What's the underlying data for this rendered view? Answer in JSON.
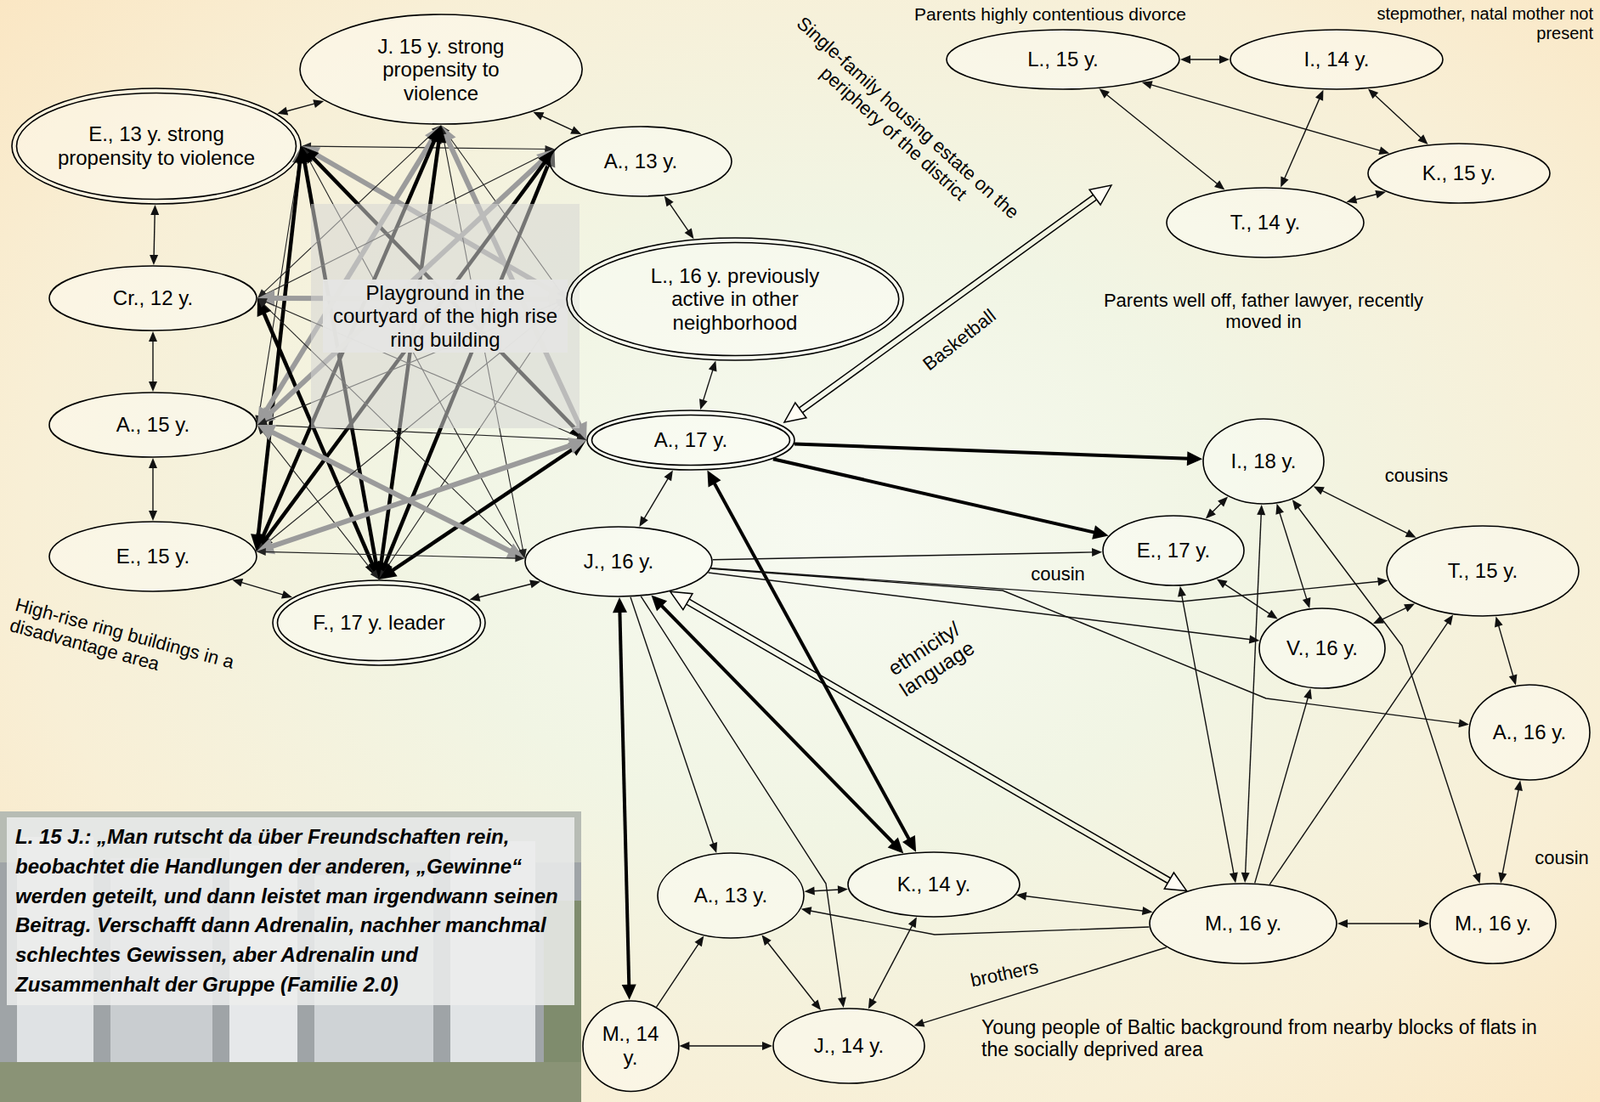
{
  "diagram": {
    "nodes": [
      {
        "text": [
          "J. 15 y. strong propensity to violence"
        ]
      },
      {
        "text": [
          "E., 13 y. strong propensity to violence"
        ]
      },
      {
        "text": [
          "A., 13 y."
        ]
      },
      {
        "text": [
          "Playground in the courtyard of the high rise ring building"
        ]
      },
      {
        "text": [
          "Cr., 12 y."
        ]
      },
      {
        "text": [
          "L., 16 y. previously active in other neighborhood"
        ]
      },
      {
        "text": [
          "A., 15 y."
        ]
      },
      {
        "text": [
          "A., 17 y."
        ]
      },
      {
        "text": [
          "E., 15 y."
        ]
      },
      {
        "text": [
          "J., 16 y."
        ]
      },
      {
        "text": [
          "F., 17 y. leader"
        ]
      },
      {
        "text": [
          "L., 15 y."
        ]
      },
      {
        "text": [
          "I., 14 y."
        ]
      },
      {
        "text": [
          "K., 15 y."
        ]
      },
      {
        "text": [
          "T., 14 y."
        ]
      },
      {
        "text": [
          "I., 18 y."
        ]
      },
      {
        "text": [
          "E., 17 y."
        ]
      },
      {
        "text": [
          "T., 15 y."
        ]
      },
      {
        "text": [
          "V., 16 y."
        ]
      },
      {
        "text": [
          "A., 16 y."
        ]
      },
      {
        "text": [
          "A., 13 y."
        ]
      },
      {
        "text": [
          "K., 14 y."
        ]
      },
      {
        "text": [
          "M., 16 y."
        ]
      },
      {
        "text": [
          "M., 16 y."
        ]
      },
      {
        "text": [
          "M., 14 y."
        ]
      },
      {
        "text": [
          "J., 14 y."
        ]
      }
    ],
    "edges": [
      {
        "from": 1,
        "to": 0,
        "arrow": "both"
      },
      {
        "from": 0,
        "to": 2,
        "arrow": "both"
      },
      {
        "from": 2,
        "to": 5,
        "arrow": "both"
      },
      {
        "from": 5,
        "to": 7,
        "arrow": "both"
      },
      {
        "from": 7,
        "to": 9,
        "arrow": "both"
      },
      {
        "from": 9,
        "to": 10,
        "arrow": "both"
      },
      {
        "from": 10,
        "to": 8,
        "arrow": "both"
      },
      {
        "from": 8,
        "to": 6,
        "arrow": "both"
      },
      {
        "from": 6,
        "to": 4,
        "arrow": "both"
      },
      {
        "from": 4,
        "to": 1,
        "arrow": "both"
      },
      {
        "from": 1,
        "to": 2,
        "arrow": "both"
      },
      {
        "from": 1,
        "to": 5,
        "arrow": "both"
      },
      {
        "from": 1,
        "to": 6,
        "arrow": "both"
      },
      {
        "from": 1,
        "to": 7,
        "arrow": "both"
      },
      {
        "from": 1,
        "to": 8,
        "arrow": "both"
      },
      {
        "from": 1,
        "to": 9,
        "arrow": "both"
      },
      {
        "from": 1,
        "to": 10,
        "arrow": "both"
      },
      {
        "from": 0,
        "to": 4,
        "arrow": "both"
      },
      {
        "from": 0,
        "to": 5,
        "arrow": "both"
      },
      {
        "from": 0,
        "to": 6,
        "arrow": "both"
      },
      {
        "from": 0,
        "to": 7,
        "arrow": "both"
      },
      {
        "from": 0,
        "to": 8,
        "arrow": "both"
      },
      {
        "from": 0,
        "to": 9,
        "arrow": "both"
      },
      {
        "from": 0,
        "to": 10,
        "arrow": "both"
      },
      {
        "from": 10,
        "to": 4,
        "arrow": "both"
      },
      {
        "from": 10,
        "to": 6,
        "arrow": "both"
      },
      {
        "from": 10,
        "to": 2,
        "arrow": "both"
      },
      {
        "from": 10,
        "to": 5,
        "arrow": "both"
      },
      {
        "from": 10,
        "to": 7,
        "arrow": "both"
      },
      {
        "from": 2,
        "to": 4,
        "arrow": "both"
      },
      {
        "from": 2,
        "to": 6,
        "arrow": "both"
      },
      {
        "from": 2,
        "to": 8,
        "arrow": "both"
      },
      {
        "from": 4,
        "to": 5,
        "arrow": "both"
      },
      {
        "from": 4,
        "to": 7,
        "arrow": "both"
      },
      {
        "from": 4,
        "to": 9,
        "arrow": "both"
      },
      {
        "from": 6,
        "to": 5,
        "arrow": "both"
      },
      {
        "from": 6,
        "to": 7,
        "arrow": "both"
      },
      {
        "from": 6,
        "to": 9,
        "arrow": "both"
      },
      {
        "from": 8,
        "to": 5,
        "arrow": "both"
      },
      {
        "from": 8,
        "to": 7,
        "arrow": "both"
      },
      {
        "from": 8,
        "to": 9,
        "arrow": "both"
      },
      {
        "from": 7,
        "to": 15,
        "arrow": "to"
      },
      {
        "from": 7,
        "to": 16,
        "arrow": "to"
      },
      {
        "from": 7,
        "to": 21,
        "arrow": "both"
      },
      {
        "from": 9,
        "to": 24,
        "arrow": "both"
      },
      {
        "from": 9,
        "to": 21,
        "arrow": "both"
      },
      {
        "from": 9,
        "to": 22,
        "arrow": "both",
        "label": "ethnicity/ language"
      },
      {
        "from": 9,
        "to": 20,
        "arrow": "to"
      },
      {
        "from": 9,
        "to": 25,
        "arrow": "to"
      },
      {
        "from": 9,
        "to": 16,
        "arrow": "to"
      },
      {
        "from": 9,
        "to": 17,
        "arrow": "to"
      },
      {
        "from": 9,
        "to": 18,
        "arrow": "to"
      },
      {
        "from": 9,
        "to": 19,
        "arrow": "to"
      },
      {
        "from": 15,
        "to": 17,
        "arrow": "both",
        "label": "cousins"
      },
      {
        "from": 16,
        "to": 15,
        "arrow": "both"
      },
      {
        "from": 15,
        "to": 18,
        "arrow": "both"
      },
      {
        "from": 16,
        "to": 18,
        "arrow": "both"
      },
      {
        "from": 18,
        "to": 17,
        "arrow": "both"
      },
      {
        "from": 17,
        "to": 19,
        "arrow": "both"
      },
      {
        "from": 19,
        "to": 23,
        "arrow": "both",
        "label": "cousin"
      },
      {
        "from": 22,
        "to": 23,
        "arrow": "both"
      },
      {
        "from": 22,
        "to": 15,
        "arrow": "both"
      },
      {
        "from": 22,
        "to": 16,
        "arrow": "both"
      },
      {
        "from": 22,
        "to": 18,
        "arrow": "to"
      },
      {
        "from": 22,
        "to": 17,
        "arrow": "to"
      },
      {
        "from": 15,
        "to": 23,
        "arrow": "both"
      },
      {
        "from": 21,
        "to": 22,
        "arrow": "both"
      },
      {
        "from": 22,
        "to": 20,
        "arrow": "to"
      },
      {
        "from": 22,
        "to": 25,
        "arrow": "to",
        "label": "brothers"
      },
      {
        "from": 20,
        "to": 25,
        "arrow": "both"
      },
      {
        "from": 24,
        "to": 25,
        "arrow": "both"
      },
      {
        "from": 24,
        "to": 20,
        "arrow": "to"
      },
      {
        "from": 21,
        "to": 25,
        "arrow": "both"
      },
      {
        "from": 20,
        "to": 21,
        "arrow": "both"
      },
      {
        "from": 11,
        "to": 12,
        "arrow": "both"
      },
      {
        "from": 11,
        "to": 14,
        "arrow": "both"
      },
      {
        "from": 11,
        "to": 13,
        "arrow": "both"
      },
      {
        "from": 12,
        "to": 14,
        "arrow": "both"
      },
      {
        "from": 12,
        "to": 13,
        "arrow": "both"
      },
      {
        "from": 13,
        "to": 14,
        "arrow": "both"
      }
    ],
    "labels": [
      "Parents highly contentious divorce",
      "stepmother, natal mother not present",
      "Single-family housing estate on the periphery of the district",
      "Parents well off, father lawyer, recently moved in",
      "Basketball",
      "High-rise ring buildings in a disadvantage area",
      "cousin",
      "Young people of Baltic background from nearby blocks of flats in the socially deprived area",
      "L. 15 J.: „Man rutscht da über Freundschaften rein, beobachtet die Handlungen der anderen, „Gewinne“ werden geteilt, und dann leistet man irgendwann seinen Beitrag. Verschafft dann Adrenalin, nachher manchmal schlechtes Gewissen, aber Adrenalin und Zusammenhalt der Gruppe (Familie 2.0)"
    ]
  }
}
